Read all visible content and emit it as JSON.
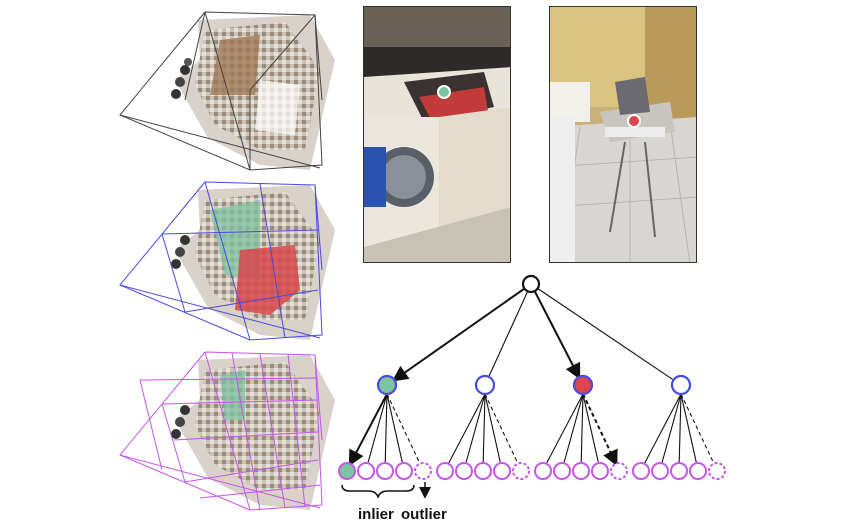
{
  "colors": {
    "inlier": "#7dc4a0",
    "outlier_marker": "#d9474c",
    "level1": "#4a4ae0",
    "level2": "#c755e8",
    "wire_top": "#333333",
    "wire_mid": "#4a4ae0",
    "wire_bottom": "#c755e8"
  },
  "labels": {
    "inlier": "inlier",
    "outlier": "outlier"
  },
  "tree": {
    "branching_level1": 4,
    "leaves_per_node": 5,
    "selected_inlier": {
      "level1": 0,
      "leaf": 0
    },
    "selected_outlier": {
      "level1": 2,
      "leaf": 4
    }
  },
  "scenes": [
    {
      "name": "3d-scene-coarse",
      "wire": "black"
    },
    {
      "name": "3d-scene-level1",
      "wire": "blue"
    },
    {
      "name": "3d-scene-level2",
      "wire": "purple"
    }
  ],
  "photos": [
    {
      "name": "laundry-photo",
      "marker": "inlier"
    },
    {
      "name": "ironing-photo",
      "marker": "outlier"
    }
  ]
}
